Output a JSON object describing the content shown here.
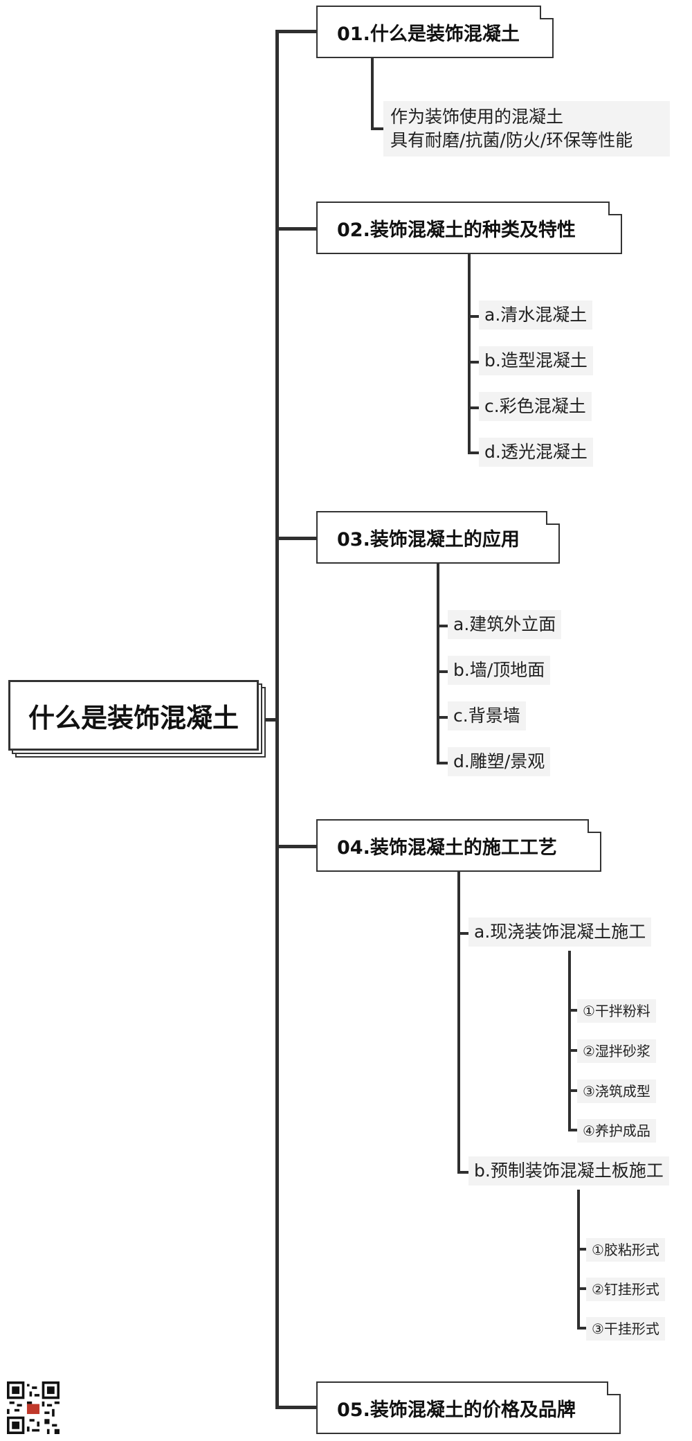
{
  "root": {
    "title": "什么是装饰混凝土"
  },
  "sections": [
    {
      "title": "01.什么是装饰混凝土",
      "desc": [
        "作为装饰使用的混凝土",
        "具有耐磨/抗菌/防火/环保等性能"
      ]
    },
    {
      "title": "02.装饰混凝土的种类及特性",
      "items": [
        "a.清水混凝土",
        "b.造型混凝土",
        "c.彩色混凝土",
        "d.透光混凝土"
      ]
    },
    {
      "title": "03.装饰混凝土的应用",
      "items": [
        "a.建筑外立面",
        "b.墙/顶地面",
        "c.背景墙",
        "d.雕塑/景观"
      ]
    },
    {
      "title": "04.装饰混凝土的施工工艺",
      "groups": [
        {
          "label": "a.现浇装饰混凝土施工",
          "steps": [
            "①干拌粉料",
            "②湿拌砂浆",
            "③浇筑成型",
            "④养护成品"
          ]
        },
        {
          "label": "b.预制装饰混凝土板施工",
          "steps": [
            "①胶粘形式",
            "②钉挂形式",
            "③干挂形式"
          ]
        }
      ]
    },
    {
      "title": "05.装饰混凝土的价格及品牌"
    }
  ],
  "icons": {
    "qr": "qr-code-icon"
  }
}
